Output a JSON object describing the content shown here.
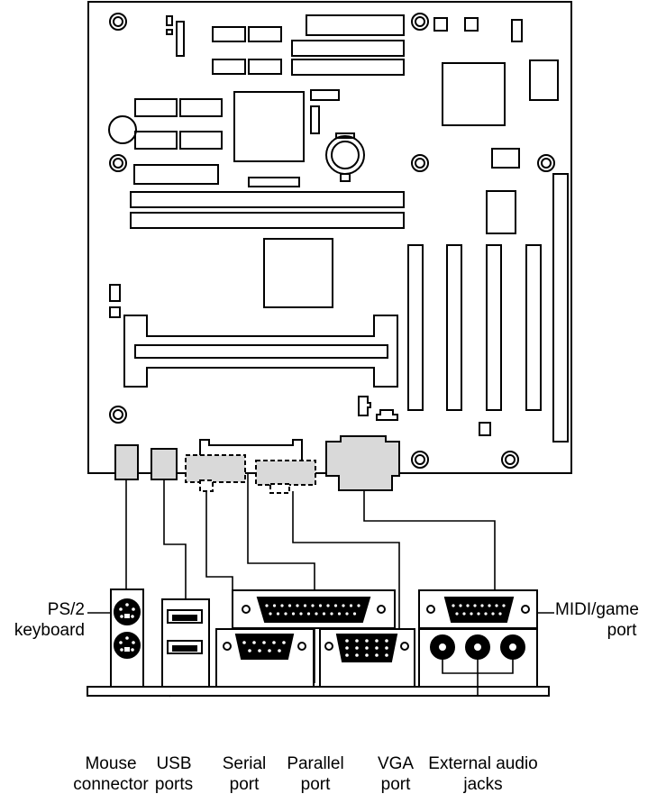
{
  "labels": {
    "ps2_keyboard": [
      "PS/2",
      "keyboard"
    ],
    "mouse_connector": [
      "Mouse",
      "connector"
    ],
    "usb_ports": [
      "USB",
      "ports"
    ],
    "serial_port": [
      "Serial",
      "port"
    ],
    "parallel_port": [
      "Parallel",
      "port"
    ],
    "vga_port": [
      "VGA",
      "port"
    ],
    "external_audio_jacks": [
      "External audio",
      "jacks"
    ],
    "midi_game_port": [
      "MIDI/game",
      "port"
    ]
  },
  "colors": {
    "line": "#000000",
    "board": "#ffffff",
    "connector_fill": "#d9d9d9",
    "port_fill": "#000000"
  }
}
